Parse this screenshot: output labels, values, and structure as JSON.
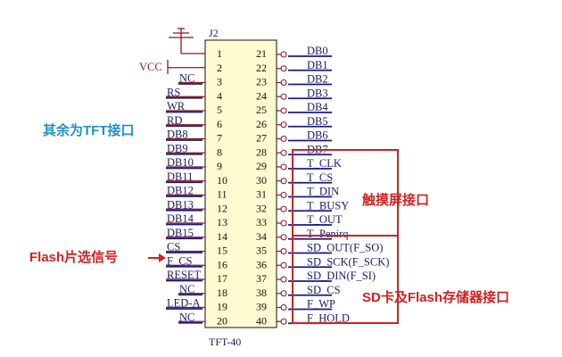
{
  "component": {
    "designator": "J2",
    "part": "TFT-40",
    "body_color": "#fffbd0",
    "wire_color": "#8b1a1a",
    "bar_color": "#1a1a88"
  },
  "left_pins": [
    {
      "num": "1",
      "signal": "",
      "conn": "gnd"
    },
    {
      "num": "2",
      "signal": "VCC",
      "conn": "vcc"
    },
    {
      "num": "3",
      "signal": "NC",
      "conn": "nc"
    },
    {
      "num": "4",
      "signal": "RS",
      "conn": "line"
    },
    {
      "num": "5",
      "signal": "WR",
      "conn": "line"
    },
    {
      "num": "6",
      "signal": "RD",
      "conn": "line"
    },
    {
      "num": "7",
      "signal": "DB8",
      "conn": "line"
    },
    {
      "num": "8",
      "signal": "DB9",
      "conn": "line"
    },
    {
      "num": "9",
      "signal": "DB10",
      "conn": "line"
    },
    {
      "num": "10",
      "signal": "DB11",
      "conn": "line"
    },
    {
      "num": "11",
      "signal": "DB12",
      "conn": "line"
    },
    {
      "num": "12",
      "signal": "DB13",
      "conn": "line"
    },
    {
      "num": "13",
      "signal": "DB14",
      "conn": "line"
    },
    {
      "num": "14",
      "signal": "DB15",
      "conn": "line"
    },
    {
      "num": "15",
      "signal": "CS",
      "conn": "line"
    },
    {
      "num": "16",
      "signal": "F_CS",
      "conn": "line"
    },
    {
      "num": "17",
      "signal": "RESET",
      "conn": "line"
    },
    {
      "num": "18",
      "signal": "NC",
      "conn": "nc"
    },
    {
      "num": "19",
      "signal": "LED-A",
      "conn": "line"
    },
    {
      "num": "20",
      "signal": "NC",
      "conn": "nc"
    }
  ],
  "right_pins": [
    {
      "num": "21",
      "signal": "DB0"
    },
    {
      "num": "22",
      "signal": "DB1"
    },
    {
      "num": "23",
      "signal": "DB2"
    },
    {
      "num": "24",
      "signal": "DB3"
    },
    {
      "num": "25",
      "signal": "DB4"
    },
    {
      "num": "26",
      "signal": "DB5"
    },
    {
      "num": "27",
      "signal": "DB6"
    },
    {
      "num": "28",
      "signal": "DB7"
    },
    {
      "num": "29",
      "signal": "T_CLK"
    },
    {
      "num": "30",
      "signal": "T_CS"
    },
    {
      "num": "31",
      "signal": "T_DIN"
    },
    {
      "num": "32",
      "signal": "T_BUSY"
    },
    {
      "num": "33",
      "signal": "T_OUT"
    },
    {
      "num": "34",
      "signal": "T_Penirq"
    },
    {
      "num": "35",
      "signal": "SD_OUT(F_SO)"
    },
    {
      "num": "36",
      "signal": "SD_SCK(F_SCK)"
    },
    {
      "num": "37",
      "signal": "SD_DIN(F_SI)"
    },
    {
      "num": "38",
      "signal": "SD_CS"
    },
    {
      "num": "39",
      "signal": "F_WP"
    },
    {
      "num": "40",
      "signal": "F_HOLD"
    }
  ],
  "annotations": {
    "rest_tft": "其余为TFT接口",
    "touch": "触摸屏接口",
    "flash_cs": "Flash片选信号",
    "sd_flash": "SD卡及Flash存储器接口",
    "blue": "#1e90c8",
    "red": "#d42020"
  }
}
